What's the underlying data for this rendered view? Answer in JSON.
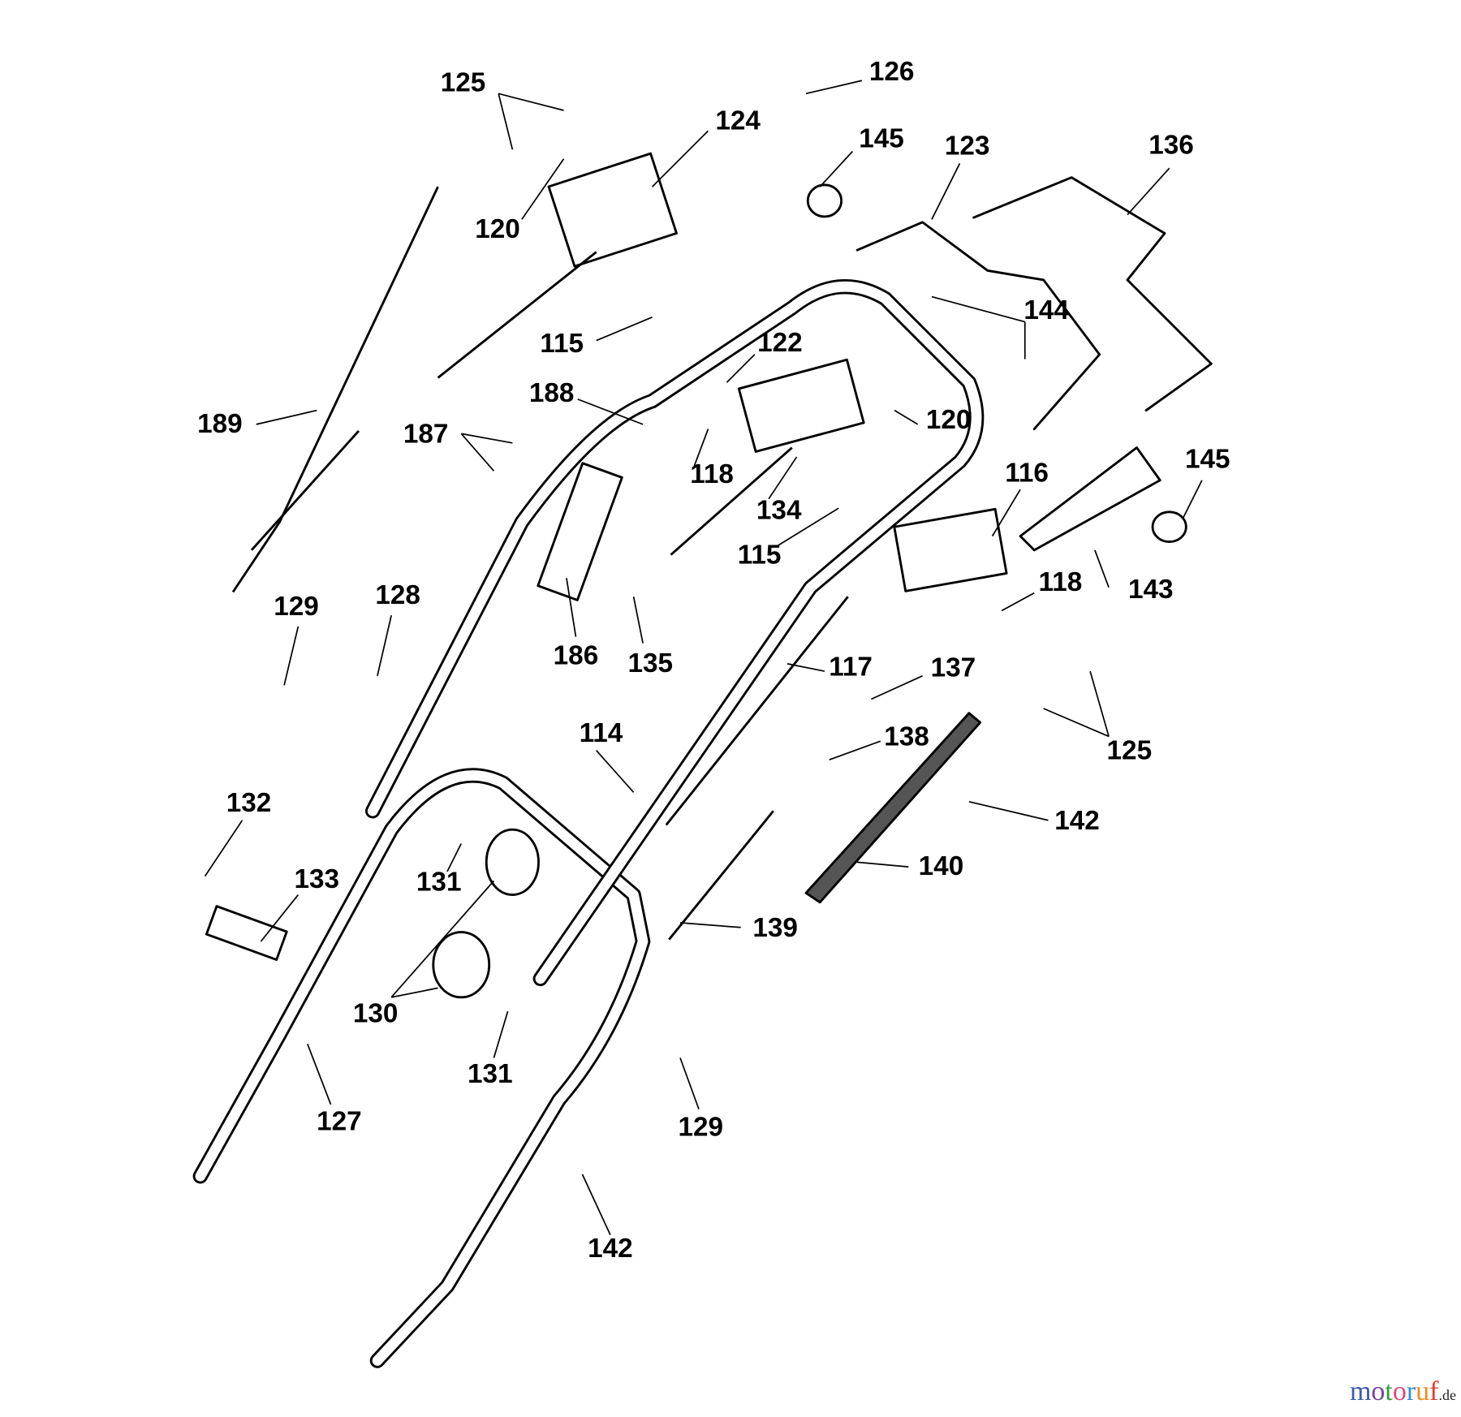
{
  "diagram": {
    "labels": [
      "125",
      "126",
      "124",
      "145",
      "123",
      "136",
      "120",
      "115",
      "122",
      "144",
      "188",
      "189",
      "187",
      "118",
      "120",
      "116",
      "145",
      "134",
      "115",
      "143",
      "118",
      "129",
      "128",
      "186",
      "135",
      "117",
      "137",
      "114",
      "138",
      "125",
      "132",
      "142",
      "140",
      "133",
      "131",
      "139",
      "130",
      "131",
      "129",
      "127",
      "142"
    ]
  },
  "watermark": {
    "text": "motoruf",
    "suffix": ".de",
    "colors": [
      "#3b5bab",
      "#7a3fa0",
      "#2e9e3e",
      "#e0457b",
      "#2f8fd0",
      "#f08a1c",
      "#e63a2b",
      "#f5c400"
    ]
  }
}
